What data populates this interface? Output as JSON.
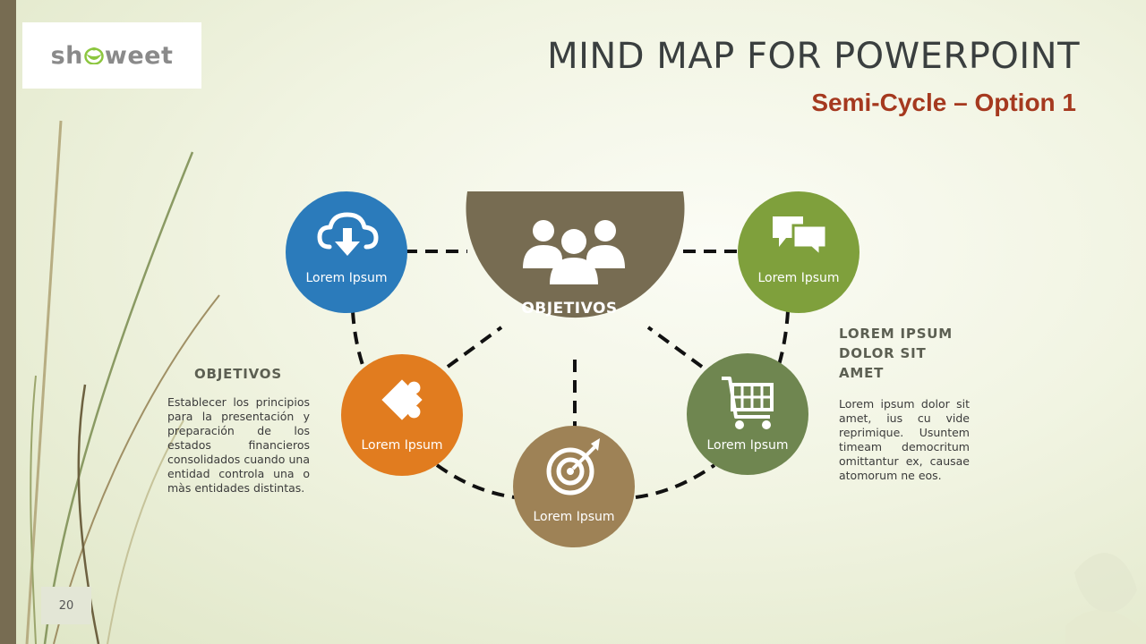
{
  "logo": {
    "text_left": "sh",
    "text_right": "weet"
  },
  "title": "MIND MAP FOR POWERPOINT",
  "subtitle": "Semi-Cycle – Option 1",
  "hub": {
    "label": "OBJETIVOS",
    "icon": "people-group-icon"
  },
  "nodes": [
    {
      "label": "Lorem Ipsum",
      "icon": "cloud-download-icon",
      "color": "#2b7bbb"
    },
    {
      "label": "Lorem Ipsum",
      "icon": "puzzle-piece-icon",
      "color": "#e17c1f"
    },
    {
      "label": "Lorem Ipsum",
      "icon": "target-icon",
      "color": "#9e8256"
    },
    {
      "label": "Lorem Ipsum",
      "icon": "shopping-cart-icon",
      "color": "#6f8650"
    },
    {
      "label": "Lorem Ipsum",
      "icon": "chat-bubbles-icon",
      "color": "#7fa03c"
    }
  ],
  "hub_color": "#776c52",
  "left_panel": {
    "heading": "OBJETIVOS",
    "body": "Establecer los principios para la presentación y preparación de los estados financieros consolidados cuando una entidad controla una o màs entidades distintas."
  },
  "right_panel": {
    "heading": "LOREM IPSUM DOLOR SIT AMET",
    "body": "Lorem ipsum dolor sit amet, ius cu vide reprimique. Usuntem timeam democritum omittantur ex, causae atomorum ne eos."
  },
  "page_number": "20"
}
